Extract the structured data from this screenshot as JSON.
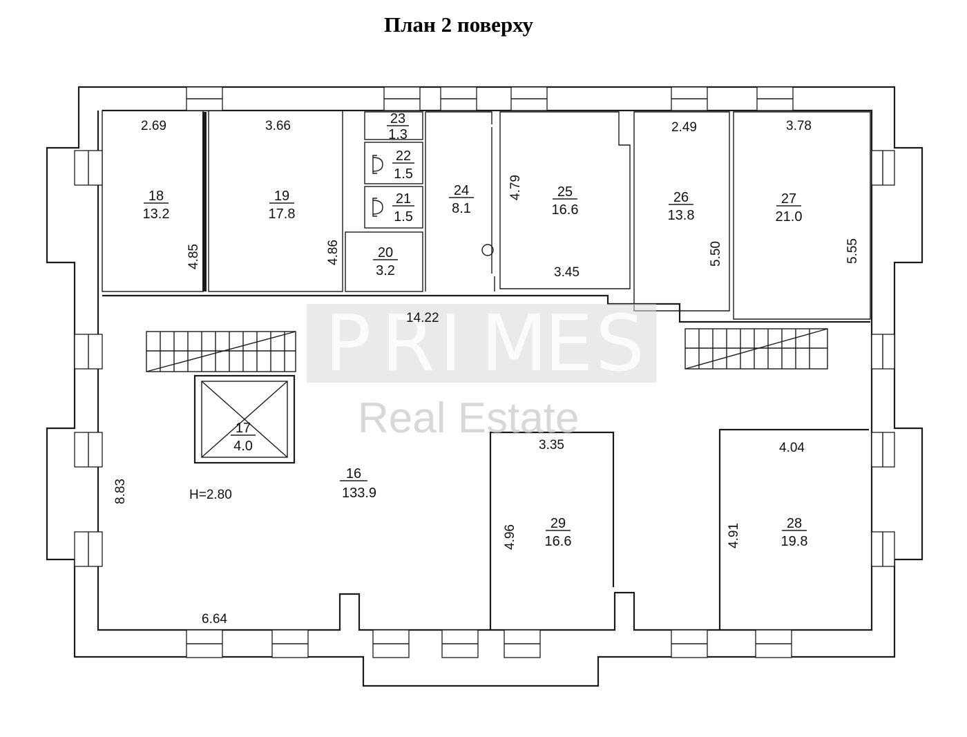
{
  "title": "План 2 поверху",
  "height_label": "H=2.80",
  "watermark": {
    "letters": [
      "P",
      "R",
      "I",
      "M",
      "E",
      "S"
    ],
    "subtitle": "Real Estate"
  },
  "rooms": [
    {
      "id": "18",
      "area": "13.2"
    },
    {
      "id": "19",
      "area": "17.8"
    },
    {
      "id": "20",
      "area": "3.2"
    },
    {
      "id": "21",
      "area": "1.5"
    },
    {
      "id": "22",
      "area": "1.5"
    },
    {
      "id": "23",
      "area": "1.3"
    },
    {
      "id": "24",
      "area": "8.1"
    },
    {
      "id": "25",
      "area": "16.6"
    },
    {
      "id": "26",
      "area": "13.8"
    },
    {
      "id": "27",
      "area": "21.0"
    },
    {
      "id": "16",
      "area": "133.9"
    },
    {
      "id": "17",
      "area": "4.0"
    },
    {
      "id": "29",
      "area": "16.6"
    },
    {
      "id": "28",
      "area": "19.8"
    }
  ],
  "dimensions": [
    "2.69",
    "3.66",
    "2.49",
    "3.78",
    "4.85",
    "4.86",
    "4.79",
    "3.45",
    "5.50",
    "5.55",
    "14.22",
    "8.83",
    "3.35",
    "4.04",
    "4.96",
    "4.91",
    "6.64"
  ]
}
